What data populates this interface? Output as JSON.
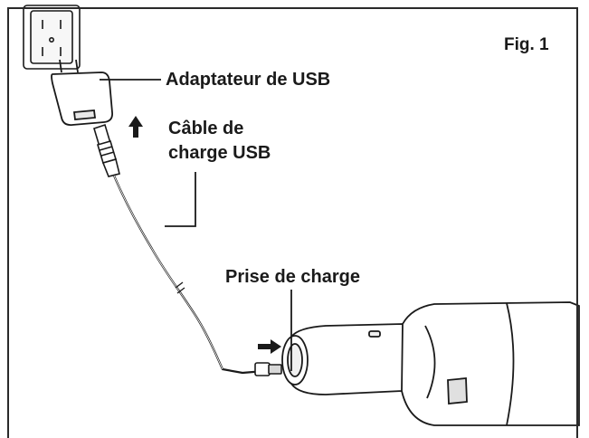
{
  "figure": {
    "fig_label": "Fig. 1",
    "labels": {
      "adapter": "Adaptateur de USB",
      "cable_line1": "Câble de",
      "cable_line2": "charge USB",
      "port": "Prise de charge"
    }
  },
  "colors": {
    "line": "#1a1a1a",
    "device_fill": "#ffffff",
    "background": "#ffffff"
  }
}
